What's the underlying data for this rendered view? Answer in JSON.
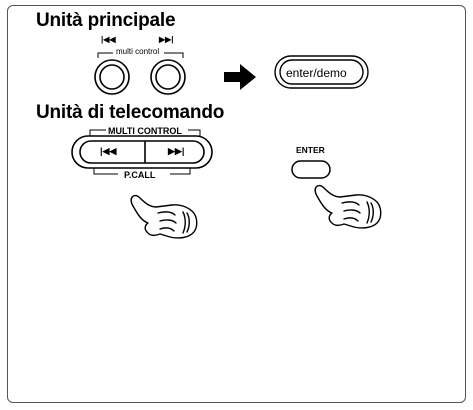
{
  "main_unit": {
    "heading": "Unità principale",
    "multi_control_label": "multi control",
    "prev_glyph": "|◀◀",
    "next_glyph": "▶▶|",
    "enter_demo_label": "enter/demo"
  },
  "remote_unit": {
    "heading": "Unità di telecomando",
    "multi_control_label": "MULTI CONTROL",
    "pcall_label": "P.CALL",
    "prev_glyph": "|◀◀",
    "next_glyph": "▶▶|",
    "enter_label": "ENTER"
  },
  "icons": {
    "arrow": "right-arrow-icon",
    "hand": "pointing-hand-icon"
  }
}
